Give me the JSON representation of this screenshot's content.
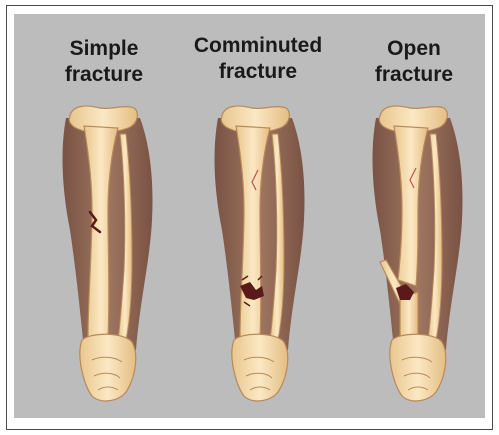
{
  "figure": {
    "panels": [
      {
        "id": "simple",
        "title_line1": "Simple",
        "title_line2": "fracture"
      },
      {
        "id": "comminuted",
        "title_line1": "Comminuted",
        "title_line2": "fracture"
      },
      {
        "id": "open",
        "title_line1": "Open",
        "title_line2": "fracture"
      }
    ]
  },
  "colors": {
    "background": "#bcbcbc",
    "frame_border": "#4a4a4a",
    "leg_soft_tissue": "#8a5a44",
    "bone_fill": "#f2d7a6",
    "bone_outline": "#b8895a",
    "fracture_mark": "#5a1a1a",
    "text": "#1a1a1a"
  }
}
